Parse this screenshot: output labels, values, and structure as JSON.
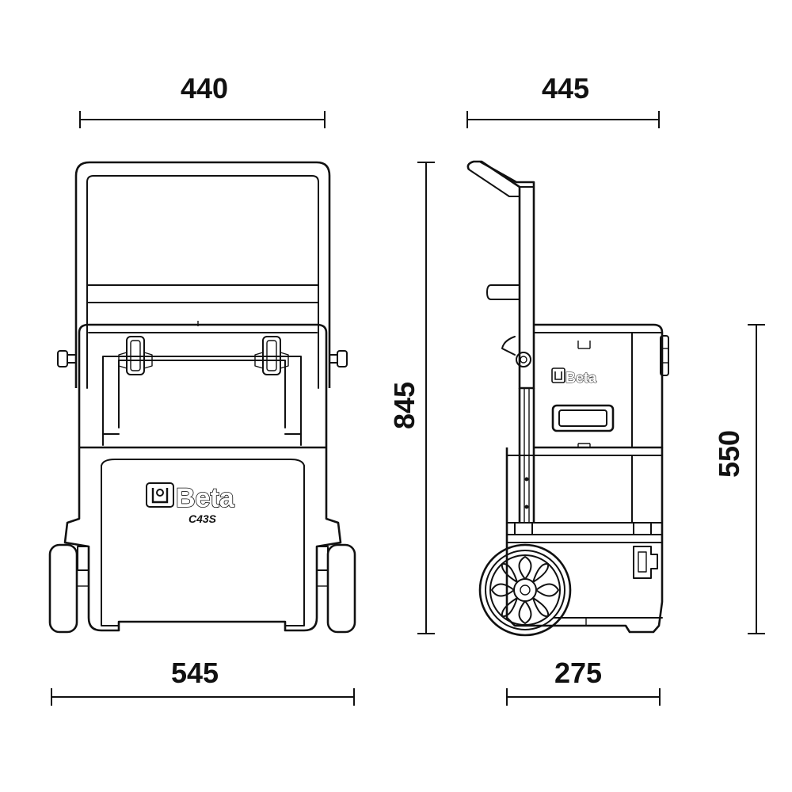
{
  "dimensions": {
    "front_top_width": "440",
    "side_top_depth": "445",
    "total_height": "845",
    "body_height": "550",
    "front_bottom_width": "545",
    "side_bottom_depth": "275"
  },
  "branding": {
    "logo_text": "Beta",
    "model_text": "C43S"
  },
  "icons": {
    "logo_mark": "beta-logo-icon",
    "wheel": "wheel-icon",
    "handle": "telescopic-handle-icon"
  },
  "colors": {
    "line": "#111111",
    "background": "#ffffff"
  }
}
